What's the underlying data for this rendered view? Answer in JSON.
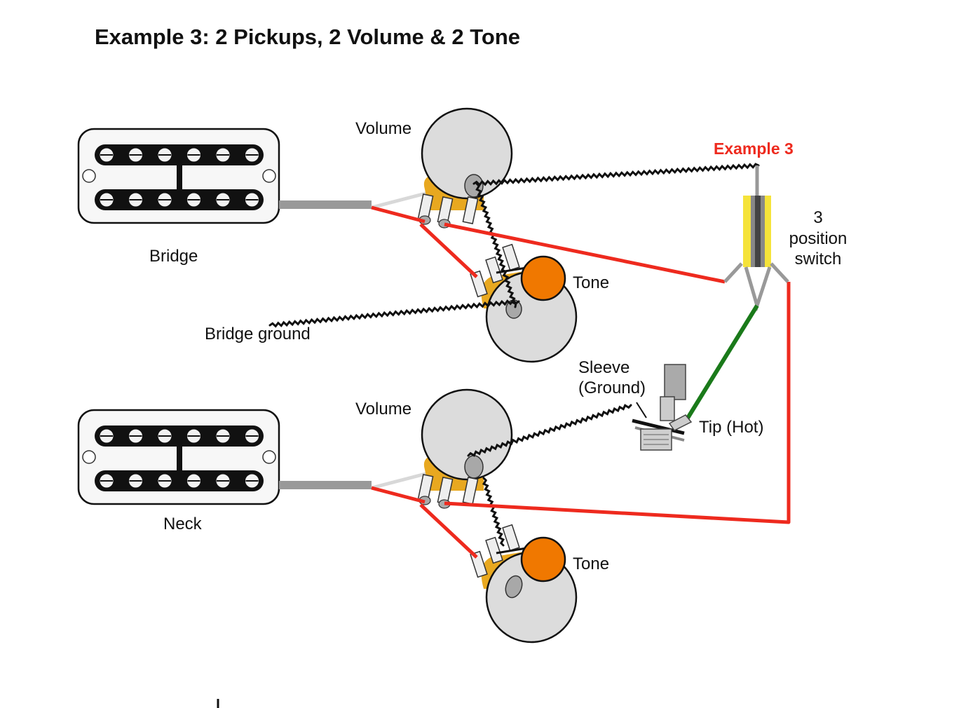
{
  "title": "Example 3:  2 Pickups, 2 Volume & 2 Tone",
  "callout": "Example 3",
  "pickups": {
    "bridge": "Bridge",
    "neck": "Neck"
  },
  "pots": {
    "bridge_volume": "Volume",
    "bridge_tone": "Tone",
    "neck_volume": "Volume",
    "neck_tone": "Tone"
  },
  "switch": {
    "line1": "3",
    "line2": "position",
    "line3": "switch"
  },
  "ground": "Bridge ground",
  "jack": {
    "sleeve_line1": "Sleeve",
    "sleeve_line2": "(Ground)",
    "tip": "Tip (Hot)"
  },
  "colors": {
    "hot_wire": "#ee2a1e",
    "ground_wire": "#111111",
    "output_wire": "#1a7a1a",
    "pickup_lead": "#999999",
    "switch_yellow": "#f5e33a",
    "tone_cap": "#f07800",
    "pot_body": "#dcdcdc",
    "solder_lug": "#e8a820"
  },
  "icons": {
    "pickup": "humbucker-icon",
    "pot": "potentiometer-icon",
    "switch": "toggle-switch-icon",
    "jack": "output-jack-icon"
  }
}
